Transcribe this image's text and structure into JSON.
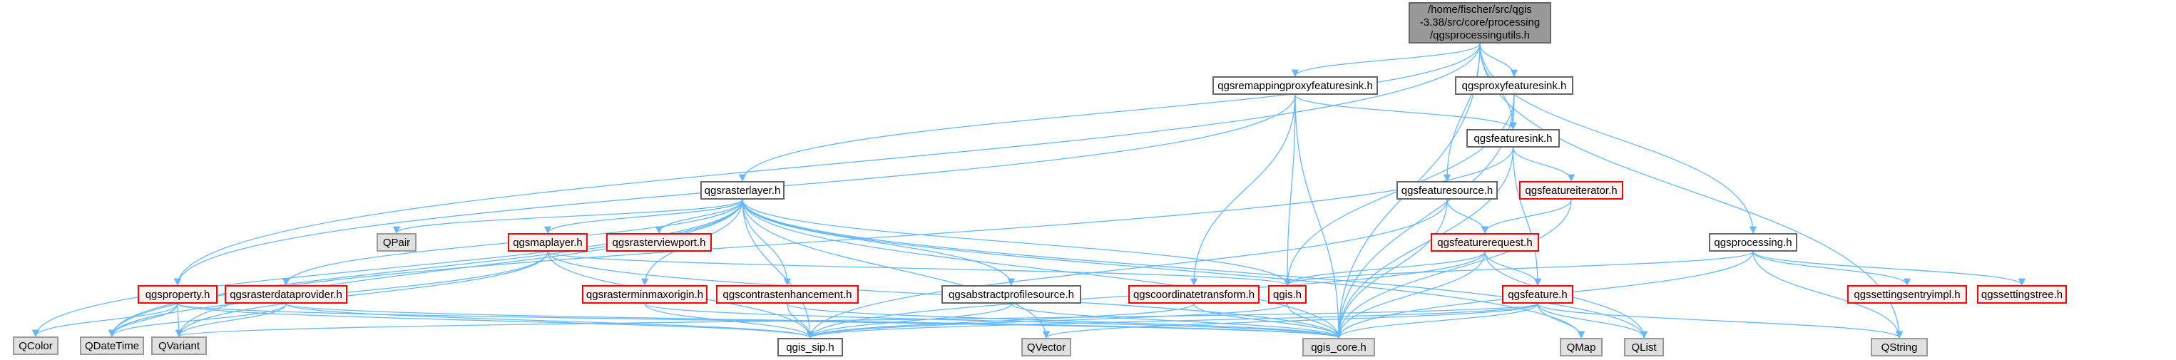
{
  "graph": {
    "root": {
      "label": "/home/fischer/src/qgis -3.38/src/core/processing /qgsprocessingutils.h",
      "lines": [
        "/home/fischer/src/qgis",
        "-3.38/src/core/processing",
        "/qgsprocessingutils.h"
      ]
    },
    "colors": {
      "edge": "#63b8ff",
      "root_fill": "#999999",
      "red_border": "#ff0000",
      "red_fill": "#fff0f0",
      "gray_fill": "#e0e0e0",
      "white_border": "#666666"
    },
    "nodes": {
      "qgsremappingproxyfeaturesink": {
        "label": "qgsremappingproxyfeaturesink.h",
        "kind": "white"
      },
      "qgsproxyfeaturesink": {
        "label": "qgsproxyfeaturesink.h",
        "kind": "white"
      },
      "qgsfeaturesink": {
        "label": "qgsfeaturesink.h",
        "kind": "white"
      },
      "qgsrasterlayer": {
        "label": "qgsrasterlayer.h",
        "kind": "white"
      },
      "qgsfeaturesource": {
        "label": "qgsfeaturesource.h",
        "kind": "white"
      },
      "qgsfeatureiterator": {
        "label": "qgsfeatureiterator.h",
        "kind": "red"
      },
      "qgsfeaturerequest": {
        "label": "qgsfeaturerequest.h",
        "kind": "red"
      },
      "qgsprocessing": {
        "label": "qgsprocessing.h",
        "kind": "white"
      },
      "qpair": {
        "label": "QPair",
        "kind": "gray"
      },
      "qgsmaplayer": {
        "label": "qgsmaplayer.h",
        "kind": "red"
      },
      "qgsrasterviewport": {
        "label": "qgsrasterviewport.h",
        "kind": "red"
      },
      "qgsproperty": {
        "label": "qgsproperty.h",
        "kind": "red"
      },
      "qgsrasterdataprovider": {
        "label": "qgsrasterdataprovider.h",
        "kind": "red"
      },
      "qgsrasterminmaxorigin": {
        "label": "qgsrasterminmaxorigin.h",
        "kind": "red"
      },
      "qgscontrastenhancement": {
        "label": "qgscontrastenhancement.h",
        "kind": "red"
      },
      "qgsabstractprofilesource": {
        "label": "qgsabstractprofilesource.h",
        "kind": "white"
      },
      "qgscoordinatetransform": {
        "label": "qgscoordinatetransform.h",
        "kind": "red"
      },
      "qgis": {
        "label": "qgis.h",
        "kind": "red"
      },
      "qgsfeature": {
        "label": "qgsfeature.h",
        "kind": "red"
      },
      "qgssettingsentryimpl": {
        "label": "qgssettingsentryimpl.h",
        "kind": "red"
      },
      "qgssettingstree": {
        "label": "qgssettingstree.h",
        "kind": "red"
      },
      "qcolor": {
        "label": "QColor",
        "kind": "gray"
      },
      "qdatetime": {
        "label": "QDateTime",
        "kind": "gray"
      },
      "qvariant": {
        "label": "QVariant",
        "kind": "gray"
      },
      "qgis_sip": {
        "label": "qgis_sip.h",
        "kind": "white"
      },
      "qvector": {
        "label": "QVector",
        "kind": "gray"
      },
      "qgis_core": {
        "label": "qgis_core.h",
        "kind": "gray"
      },
      "qmap": {
        "label": "QMap",
        "kind": "gray"
      },
      "qlist": {
        "label": "QList",
        "kind": "gray"
      },
      "qstring": {
        "label": "QString",
        "kind": "gray"
      }
    },
    "edges": [
      [
        "root",
        "qgsremappingproxyfeaturesink"
      ],
      [
        "root",
        "qgsproxyfeaturesink"
      ],
      [
        "root",
        "qgsfeaturesink"
      ],
      [
        "root",
        "qgsrasterlayer"
      ],
      [
        "root",
        "qgsfeaturesource"
      ],
      [
        "root",
        "qgsprocessing"
      ],
      [
        "root",
        "qgis_core"
      ],
      [
        "root",
        "qgsvariant_alias"
      ],
      [
        "root",
        "qstring"
      ],
      [
        "root",
        "qgsproperty"
      ],
      [
        "qgsremappingproxyfeaturesink",
        "qgsfeaturesink"
      ],
      [
        "qgsremappingproxyfeaturesink",
        "qgis"
      ],
      [
        "qgsremappingproxyfeaturesink",
        "qgis_core"
      ],
      [
        "qgsremappingproxyfeaturesink",
        "qgscoordinatetransform"
      ],
      [
        "qgsremappingproxyfeaturesink",
        "qgsproperty"
      ],
      [
        "qgsproxyfeaturesink",
        "qgsfeaturesink"
      ],
      [
        "qgsproxyfeaturesink",
        "qgis_core"
      ],
      [
        "qgsproxyfeaturesink",
        "qgis"
      ],
      [
        "qgsfeaturesink",
        "qgsfeatureiterator"
      ],
      [
        "qgsfeaturesink",
        "qgsfeature"
      ],
      [
        "qgsfeaturesink",
        "qgis_core"
      ],
      [
        "qgsfeaturesink",
        "qdatetime"
      ],
      [
        "qgsrasterlayer",
        "qpair"
      ],
      [
        "qgsrasterlayer",
        "qgsmaplayer"
      ],
      [
        "qgsrasterlayer",
        "qgsrasterviewport"
      ],
      [
        "qgsrasterlayer",
        "qgsrasterdataprovider"
      ],
      [
        "qgsrasterlayer",
        "qgsrasterminmaxorigin"
      ],
      [
        "qgsrasterlayer",
        "qgscontrastenhancement"
      ],
      [
        "qgsrasterlayer",
        "qgsabstractprofilesource"
      ],
      [
        "qgsrasterlayer",
        "qgis"
      ],
      [
        "qgsrasterlayer",
        "qgis_core"
      ],
      [
        "qgsrasterlayer",
        "qgis_sip"
      ],
      [
        "qgsrasterlayer",
        "qcolor"
      ],
      [
        "qgsrasterlayer",
        "qdatetime"
      ],
      [
        "qgsrasterlayer",
        "qvariant"
      ],
      [
        "qgsrasterlayer",
        "qlist"
      ],
      [
        "qgsrasterlayer",
        "qmap"
      ],
      [
        "qgsrasterlayer",
        "qvector"
      ],
      [
        "qgsfeaturesource",
        "qgsfeaturerequest"
      ],
      [
        "qgsfeaturesource",
        "qgis_core"
      ],
      [
        "qgsfeaturesource",
        "qgis_sip"
      ],
      [
        "qgsfeatureiterator",
        "qgsfeaturerequest"
      ],
      [
        "qgsfeatureiterator",
        "qgis_core"
      ],
      [
        "qgsfeaturerequest",
        "qgis"
      ],
      [
        "qgsfeaturerequest",
        "qgsfeature"
      ],
      [
        "qgsfeaturerequest",
        "qgis_core"
      ],
      [
        "qgsfeaturerequest",
        "qgis_sip"
      ],
      [
        "qgsfeaturerequest",
        "qlist"
      ],
      [
        "qgsprocessing",
        "qgis"
      ],
      [
        "qgsprocessing",
        "qgis_core"
      ],
      [
        "qgsprocessing",
        "qgssettingsentryimpl"
      ],
      [
        "qgsprocessing",
        "qgssettingstree"
      ],
      [
        "qgsprocessing",
        "qstring"
      ],
      [
        "qgsmaplayer",
        "qgis"
      ],
      [
        "qgsmaplayer",
        "qgis_core"
      ],
      [
        "qgsmaplayer",
        "qgis_sip"
      ],
      [
        "qgsmaplayer",
        "qdatetime"
      ],
      [
        "qgsmaplayer",
        "qvariant"
      ],
      [
        "qgsproperty",
        "qcolor"
      ],
      [
        "qgsproperty",
        "qdatetime"
      ],
      [
        "qgsproperty",
        "qvariant"
      ],
      [
        "qgsproperty",
        "qgis_core"
      ],
      [
        "qgsproperty",
        "qgis_sip"
      ],
      [
        "qgsrasterdataprovider",
        "qdatetime"
      ],
      [
        "qgsrasterdataprovider",
        "qvariant"
      ],
      [
        "qgsrasterdataprovider",
        "qgis_core"
      ],
      [
        "qgsrasterdataprovider",
        "qgis_sip"
      ],
      [
        "qgsrasterminmaxorigin",
        "qgis_sip"
      ],
      [
        "qgsrasterminmaxorigin",
        "qgis_core"
      ],
      [
        "qgscontrastenhancement",
        "qgis_sip"
      ],
      [
        "qgscontrastenhancement",
        "qgis_core"
      ],
      [
        "qgsabstractprofilesource",
        "qgis_sip"
      ],
      [
        "qgsabstractprofilesource",
        "qgis_core"
      ],
      [
        "qgscoordinatetransform",
        "qgis_core"
      ],
      [
        "qgscoordinatetransform",
        "qgis_sip"
      ],
      [
        "qgis",
        "qgis_core"
      ],
      [
        "qgis",
        "qgis_sip"
      ],
      [
        "qgsfeature",
        "qgis_core"
      ],
      [
        "qgsfeature",
        "qgis_sip"
      ],
      [
        "qgsfeature",
        "qmap"
      ],
      [
        "qgsfeature",
        "qlist"
      ],
      [
        "qgsfeature",
        "qvariant"
      ],
      [
        "qgsfeature",
        "qvector"
      ],
      [
        "qgsfeature",
        "qstring"
      ]
    ]
  }
}
